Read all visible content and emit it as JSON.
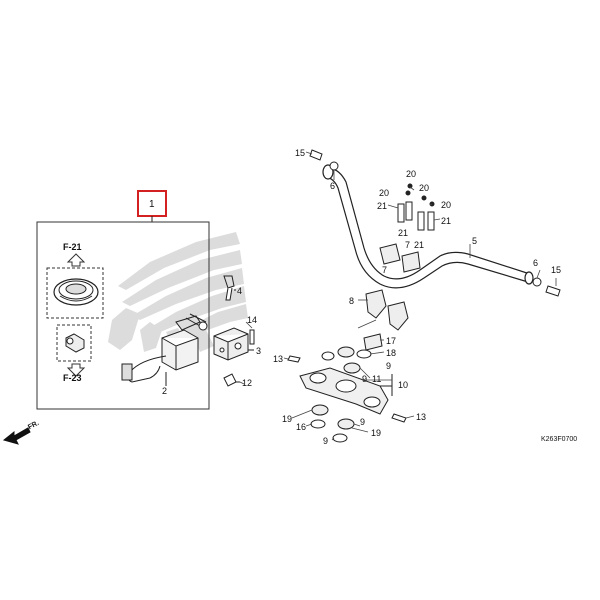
{
  "kit": {
    "number": "1"
  },
  "refs": {
    "top": "F-21",
    "bottom": "F-23"
  },
  "front_label": "FR.",
  "diagram_code": "K263F0700",
  "callouts": [
    {
      "id": "c2",
      "text": "2"
    },
    {
      "id": "c3",
      "text": "3"
    },
    {
      "id": "c4",
      "text": "4"
    },
    {
      "id": "c12",
      "text": "12"
    },
    {
      "id": "c14",
      "text": "14"
    },
    {
      "id": "c15a",
      "text": "15"
    },
    {
      "id": "c6a",
      "text": "6"
    },
    {
      "id": "c20a",
      "text": "20"
    },
    {
      "id": "c20b",
      "text": "20"
    },
    {
      "id": "c20c",
      "text": "20"
    },
    {
      "id": "c20d",
      "text": "20"
    },
    {
      "id": "c21a",
      "text": "21"
    },
    {
      "id": "c21b",
      "text": "21"
    },
    {
      "id": "c21c",
      "text": "21"
    },
    {
      "id": "c21d",
      "text": "21"
    },
    {
      "id": "c5",
      "text": "5"
    },
    {
      "id": "c6b",
      "text": "6"
    },
    {
      "id": "c15b",
      "text": "15"
    },
    {
      "id": "c7a",
      "text": "7"
    },
    {
      "id": "c7b",
      "text": "7"
    },
    {
      "id": "c8",
      "text": "8"
    },
    {
      "id": "c17",
      "text": "17"
    },
    {
      "id": "c18",
      "text": "18"
    },
    {
      "id": "c13a",
      "text": "13"
    },
    {
      "id": "c9a",
      "text": "9"
    },
    {
      "id": "c9b",
      "text": "9"
    },
    {
      "id": "c11",
      "text": "11"
    },
    {
      "id": "c10",
      "text": "10"
    },
    {
      "id": "c13b",
      "text": "13"
    },
    {
      "id": "c19a",
      "text": "19"
    },
    {
      "id": "c16",
      "text": "16"
    },
    {
      "id": "c9c",
      "text": "9"
    },
    {
      "id": "c19b",
      "text": "19"
    },
    {
      "id": "c9d",
      "text": "9"
    }
  ],
  "colors": {
    "line": "#222222",
    "highlight": "#d32020",
    "logo": "#dadada"
  }
}
